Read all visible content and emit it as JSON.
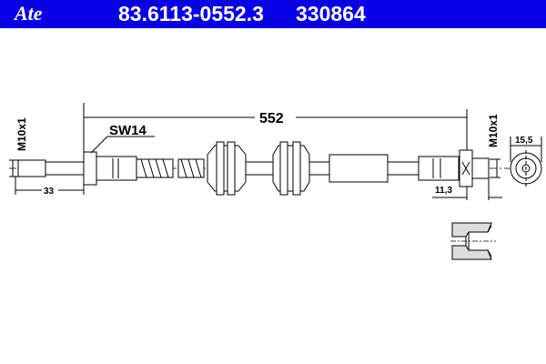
{
  "header": {
    "logo": "Ate",
    "part_number": "83.6113-0552.3",
    "reference": "330864",
    "color": "#0a00e6"
  },
  "drawing": {
    "length": "552",
    "wrench_size": "SW14",
    "thread_left": "M10x1",
    "thread_right": "M10x1",
    "dim_left": "33",
    "dim_right": "11,3",
    "end_diameter": "15,5"
  }
}
